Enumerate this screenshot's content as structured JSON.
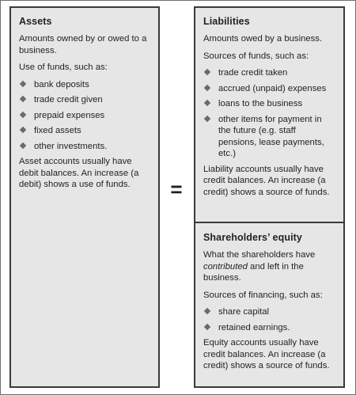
{
  "assets": {
    "title": "Assets",
    "definition": "Amounts owned by or owed to a business.",
    "intro": "Use of funds, such as:",
    "items": [
      "bank deposits",
      "trade credit given",
      "prepaid expenses",
      "fixed assets",
      "other investments."
    ],
    "note": "Asset accounts usually have debit balances. An increase (a debit) shows a use of funds."
  },
  "equals_sign": "=",
  "liabilities": {
    "title": "Liabilities",
    "definition": "Amounts owed by a business.",
    "intro": "Sources of funds, such as:",
    "items": [
      "trade credit taken",
      "accrued (unpaid) expenses",
      "loans to the business",
      "other items for payment in the future (e.g. staff pensions, lease payments, etc.)"
    ],
    "note": "Liability accounts usually have credit balances. An increase (a credit) shows a source of funds."
  },
  "equity": {
    "title": "Shareholders’ equity",
    "definition_start": "What the shareholders have",
    "definition_emphasis": "contributed",
    "definition_end": "and left in the business.",
    "intro": "Sources of financing, such as:",
    "items": [
      "share capital",
      "retained earnings."
    ],
    "note": "Equity accounts usually have credit balances. An increase (a credit) shows a source of funds."
  }
}
